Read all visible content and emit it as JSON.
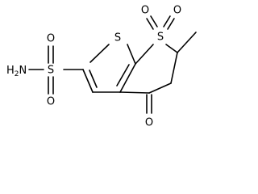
{
  "molecule": {
    "atoms": {
      "sulfonyl_s": "S",
      "sulfonyl_o_top": "O",
      "sulfonyl_o_bottom": "O",
      "amine": {
        "main": "H",
        "sub": "2",
        "tail": "N"
      },
      "thiophene_s": "S",
      "ring_s": "S",
      "ring_s_o_left": "O",
      "ring_s_o_right": "O",
      "ketone_o": "O"
    },
    "colors": {
      "bond": "#000000",
      "label": "#000000"
    }
  }
}
